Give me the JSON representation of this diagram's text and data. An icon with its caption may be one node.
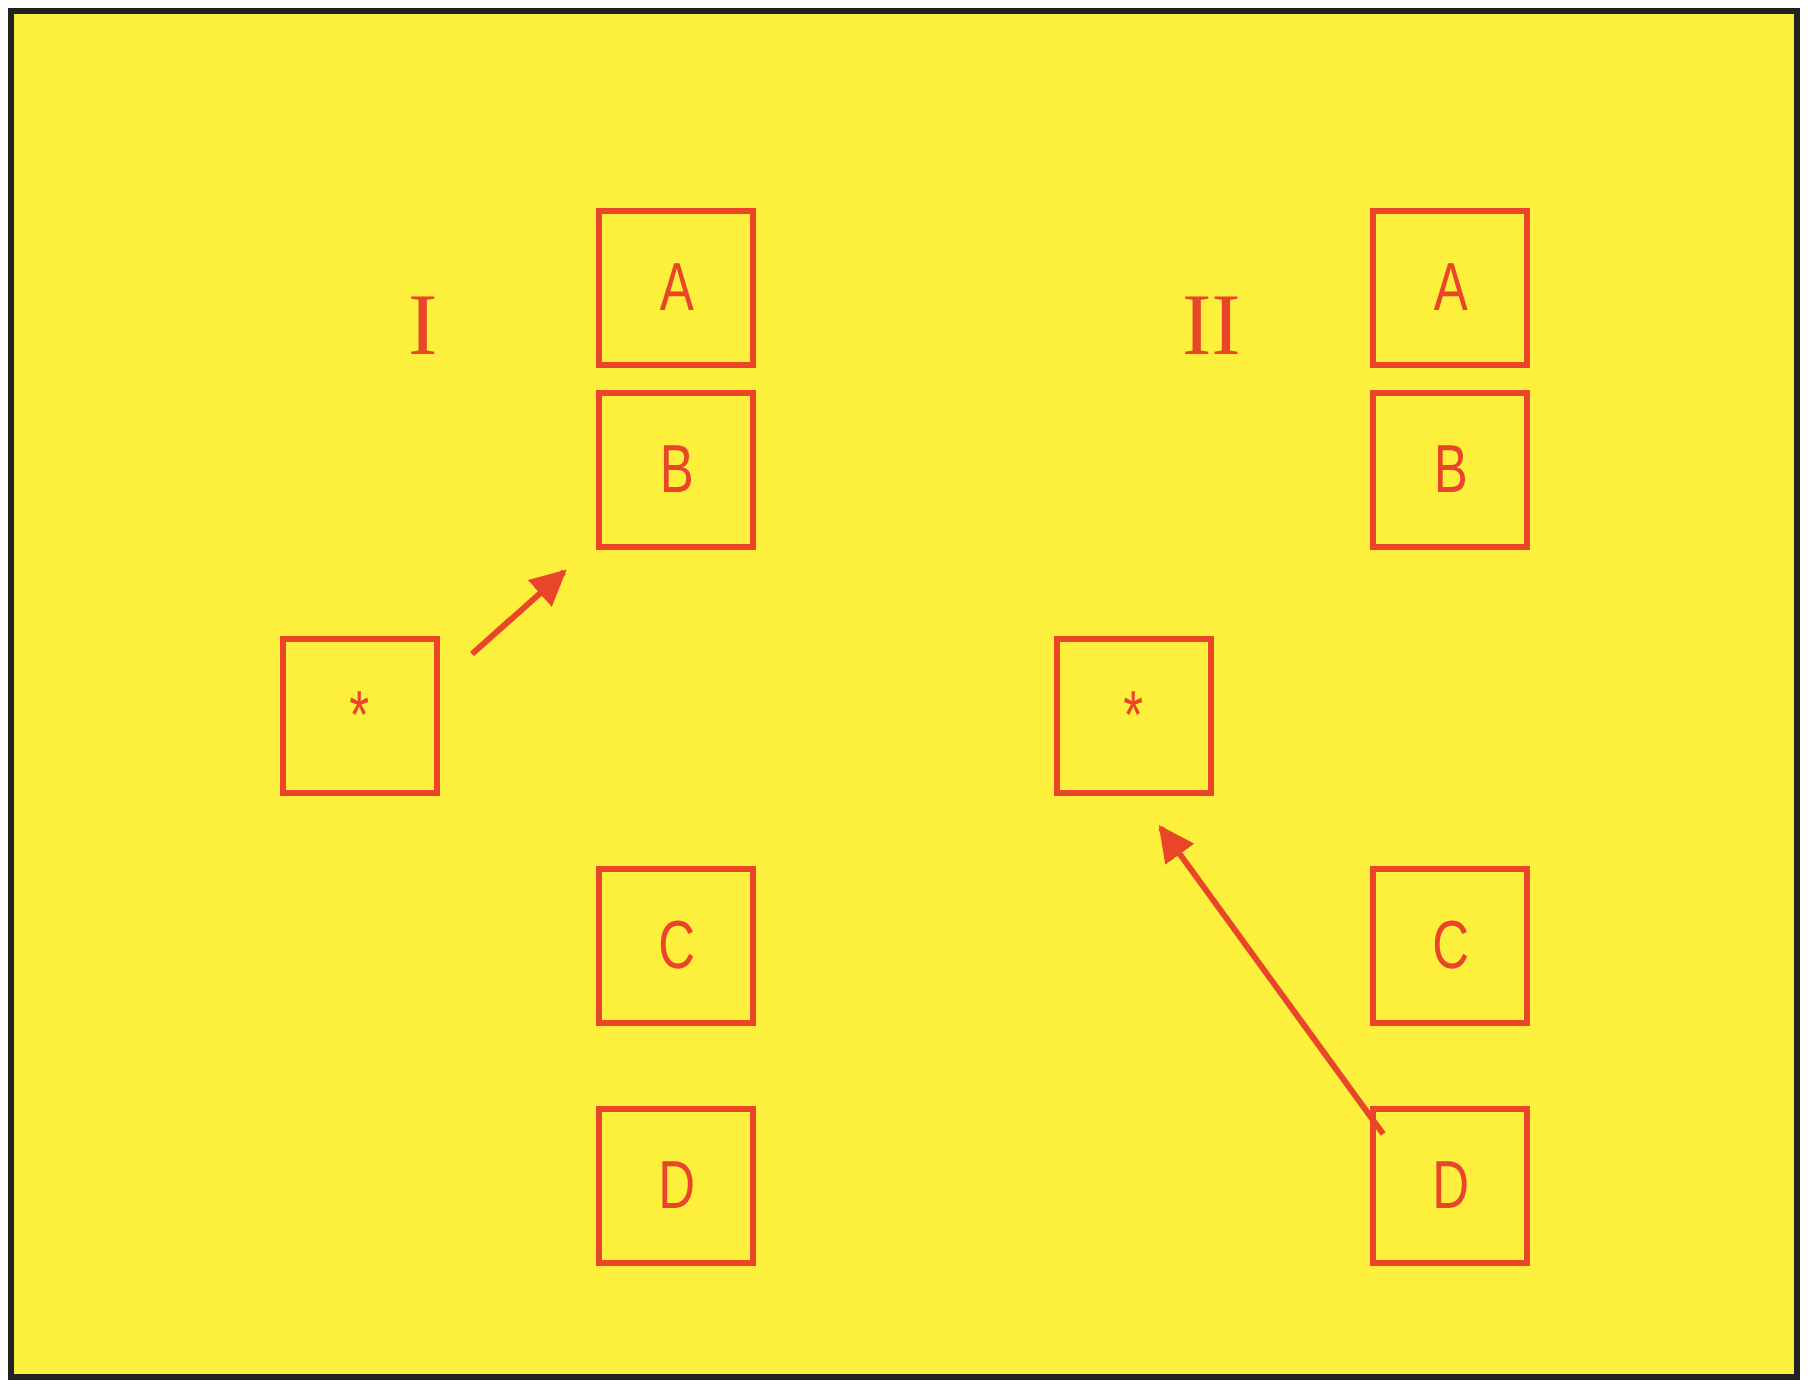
{
  "diagram": {
    "nodes": [
      {
        "text": [
          "A"
        ]
      },
      {
        "text": [
          "B"
        ]
      },
      {
        "text": [
          "*"
        ]
      },
      {
        "text": [
          "C"
        ]
      },
      {
        "text": [
          "D"
        ]
      },
      {
        "text": [
          "A"
        ]
      },
      {
        "text": [
          "B"
        ]
      },
      {
        "text": [
          "*"
        ]
      },
      {
        "text": [
          "C"
        ]
      },
      {
        "text": [
          "D"
        ]
      }
    ],
    "edges": [
      {
        "from": 2,
        "to": 1,
        "arrow": "to"
      },
      {
        "from": 9,
        "to": 7,
        "arrow": "to"
      }
    ],
    "labels": [
      "I",
      "II"
    ]
  }
}
